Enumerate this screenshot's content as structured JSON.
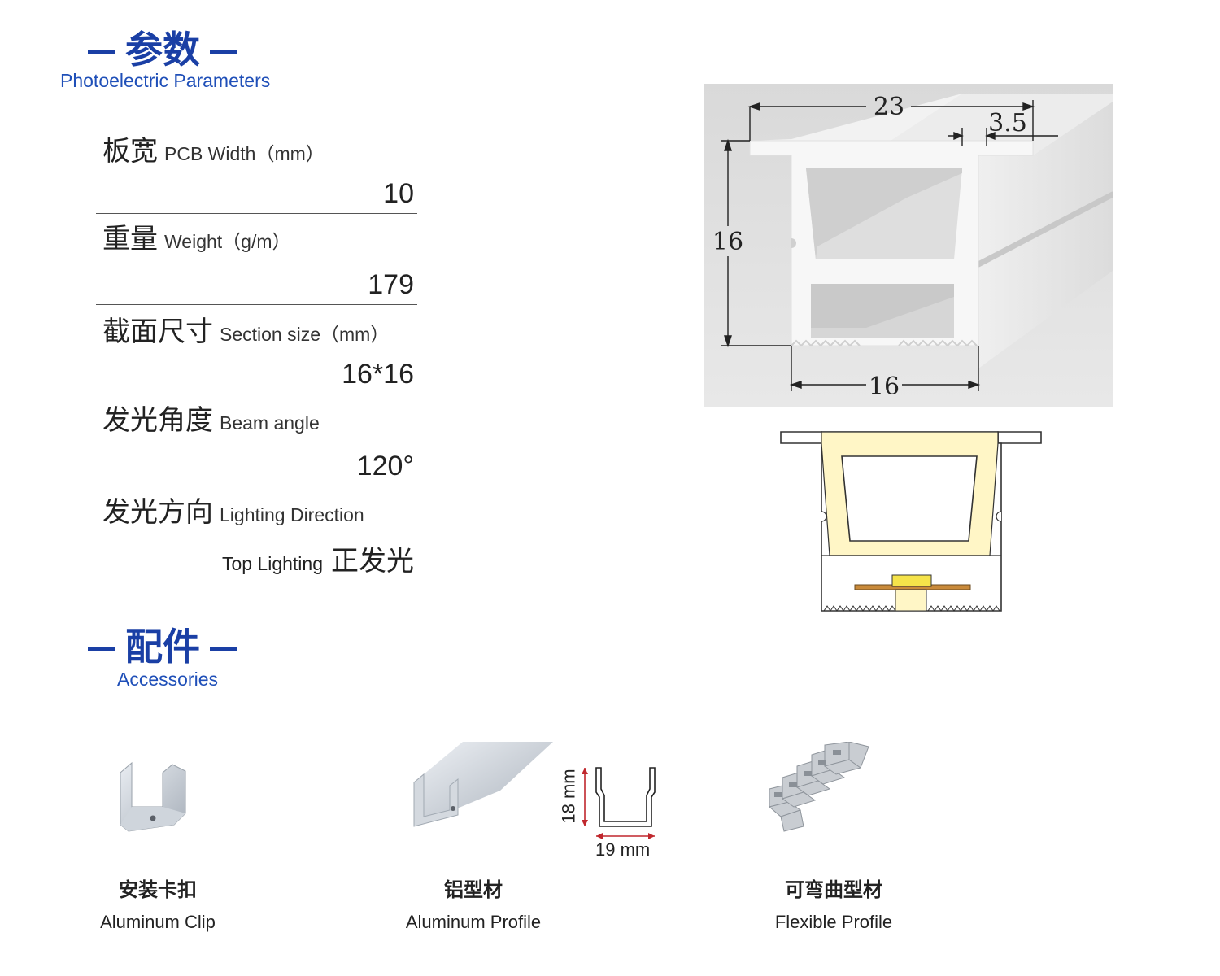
{
  "params_section": {
    "title_zh": "参数",
    "title_en": "Photoelectric Parameters"
  },
  "params": [
    {
      "label_zh": "板宽",
      "label_en": "PCB Width（mm）",
      "value": "10"
    },
    {
      "label_zh": "重量",
      "label_en": "Weight（g/m）",
      "value": "179"
    },
    {
      "label_zh": "截面尺寸",
      "label_en": "Section size（mm）",
      "value": "16*16"
    },
    {
      "label_zh": "发光角度",
      "label_en": "Beam angle",
      "value": "120°"
    },
    {
      "label_zh": "发光方向",
      "label_en": "Lighting Direction",
      "value_en": "Top Lighting",
      "value_zh": "正发光"
    }
  ],
  "drawing": {
    "dim_top": "23",
    "dim_lip": "3.5",
    "dim_height": "16",
    "dim_bottom": "16"
  },
  "accessories_section": {
    "title_zh": "配件",
    "title_en": "Accessories"
  },
  "accessories": [
    {
      "name_zh": "安装卡扣",
      "name_en": "Aluminum Clip"
    },
    {
      "name_zh": "铝型材",
      "name_en": "Aluminum Profile"
    },
    {
      "name_zh": "可弯曲型材",
      "name_en": "Flexible Profile"
    }
  ],
  "profile_dims": {
    "height": "18 mm",
    "width": "19 mm"
  },
  "colors": {
    "heading_blue": "#1a3fa5",
    "glow_yellow": "#fff7c8",
    "pcb_orange": "#c98a3a"
  }
}
